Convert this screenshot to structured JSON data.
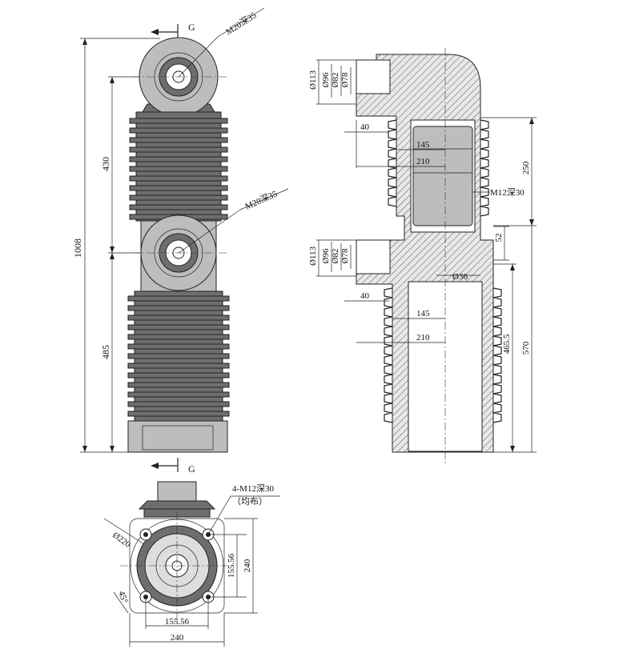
{
  "section_mark": "G",
  "front_view": {
    "dims": {
      "total_height": "1008",
      "upper_height": "430",
      "lower_height": "485"
    },
    "thread_upper": "M20深35",
    "thread_lower": "M20深35"
  },
  "side_view": {
    "upper_port": {
      "d1": "Ø113",
      "d2": "Ø96",
      "d3": "Ø82",
      "d4": "Ø78",
      "len": "40",
      "w1": "145",
      "w2": "210"
    },
    "lower_port": {
      "d1": "Ø113",
      "d2": "Ø96",
      "d3": "Ø82",
      "d4": "Ø78",
      "len": "40",
      "w1": "145",
      "w2": "210"
    },
    "dim_250": "250",
    "thread_side": "M12深30",
    "dim_52": "52",
    "dia_36": "Ø36",
    "dim_465": "465.5",
    "dim_570": "570"
  },
  "bottom_view": {
    "holes_line1": "4-M12深30",
    "holes_line2": "（均布）",
    "dia_220": "Ø220",
    "angle_45": "45°",
    "pitch_v": "155.56",
    "width_v": "240",
    "pitch_h": "155.56",
    "width_h": "240"
  }
}
